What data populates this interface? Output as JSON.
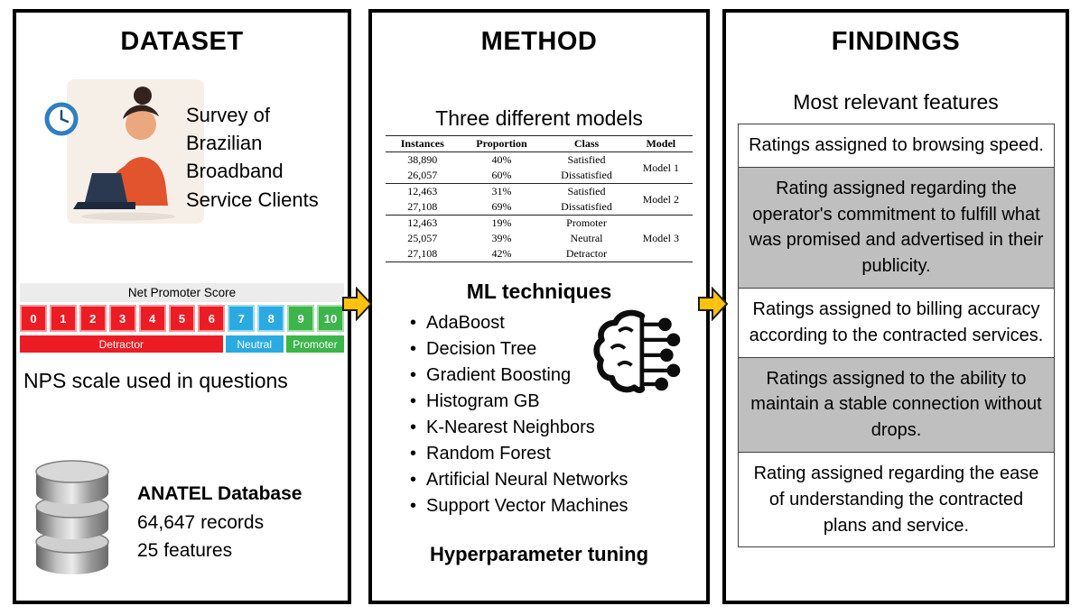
{
  "colors": {
    "detractor_red": "#ec1c24",
    "neutral_blue": "#29abe2",
    "promoter_green": "#3cb54a",
    "arrow_yellow": "#ffc20e",
    "findings_gray": "#bfbfbf"
  },
  "dataset": {
    "title": "DATASET",
    "survey_text": "Survey of Brazilian Broadband Service Clients",
    "nps": {
      "header": "Net Promoter Score",
      "scores": [
        "0",
        "1",
        "2",
        "3",
        "4",
        "5",
        "6",
        "7",
        "8",
        "9",
        "10"
      ],
      "detractor_label": "Detractor",
      "neutral_label": "Neutral",
      "promoter_label": "Promoter"
    },
    "caption": "NPS scale used in questions",
    "database": {
      "name": "ANATEL Database",
      "records": "64,647 records",
      "features": "25 features"
    }
  },
  "method": {
    "title": "METHOD",
    "subtitle": "Three different models",
    "table": {
      "headers": [
        "Instances",
        "Proportion",
        "Class",
        "Model"
      ],
      "models": [
        "Model 1",
        "Model 2",
        "Model 3"
      ],
      "rows": [
        {
          "instances": "38,890",
          "proportion": "40%",
          "class": "Satisfied"
        },
        {
          "instances": "26,057",
          "proportion": "60%",
          "class": "Dissatisfied"
        },
        {
          "instances": "12,463",
          "proportion": "31%",
          "class": "Satisfied"
        },
        {
          "instances": "27,108",
          "proportion": "69%",
          "class": "Dissatisfied"
        },
        {
          "instances": "12,463",
          "proportion": "19%",
          "class": "Promoter"
        },
        {
          "instances": "25,057",
          "proportion": "39%",
          "class": "Neutral"
        },
        {
          "instances": "27,108",
          "proportion": "42%",
          "class": "Detractor"
        }
      ]
    },
    "ml_title": "ML techniques",
    "techniques": [
      "AdaBoost",
      "Decision Tree",
      "Gradient Boosting",
      "Histogram GB",
      "K-Nearest Neighbors",
      "Random Forest",
      "Artificial Neural Networks",
      "Support Vector Machines"
    ],
    "tuning": "Hyperparameter tuning"
  },
  "findings": {
    "title": "FINDINGS",
    "subtitle": "Most relevant features",
    "items": [
      "Ratings assigned to browsing speed.",
      "Rating assigned regarding the operator's commitment to fulfill what was promised and advertised in their publicity.",
      "Ratings assigned to billing accuracy according to the contracted services.",
      "Ratings assigned to the ability to maintain a stable connection without drops.",
      "Rating assigned regarding the ease of understanding the contracted plans and service."
    ]
  }
}
